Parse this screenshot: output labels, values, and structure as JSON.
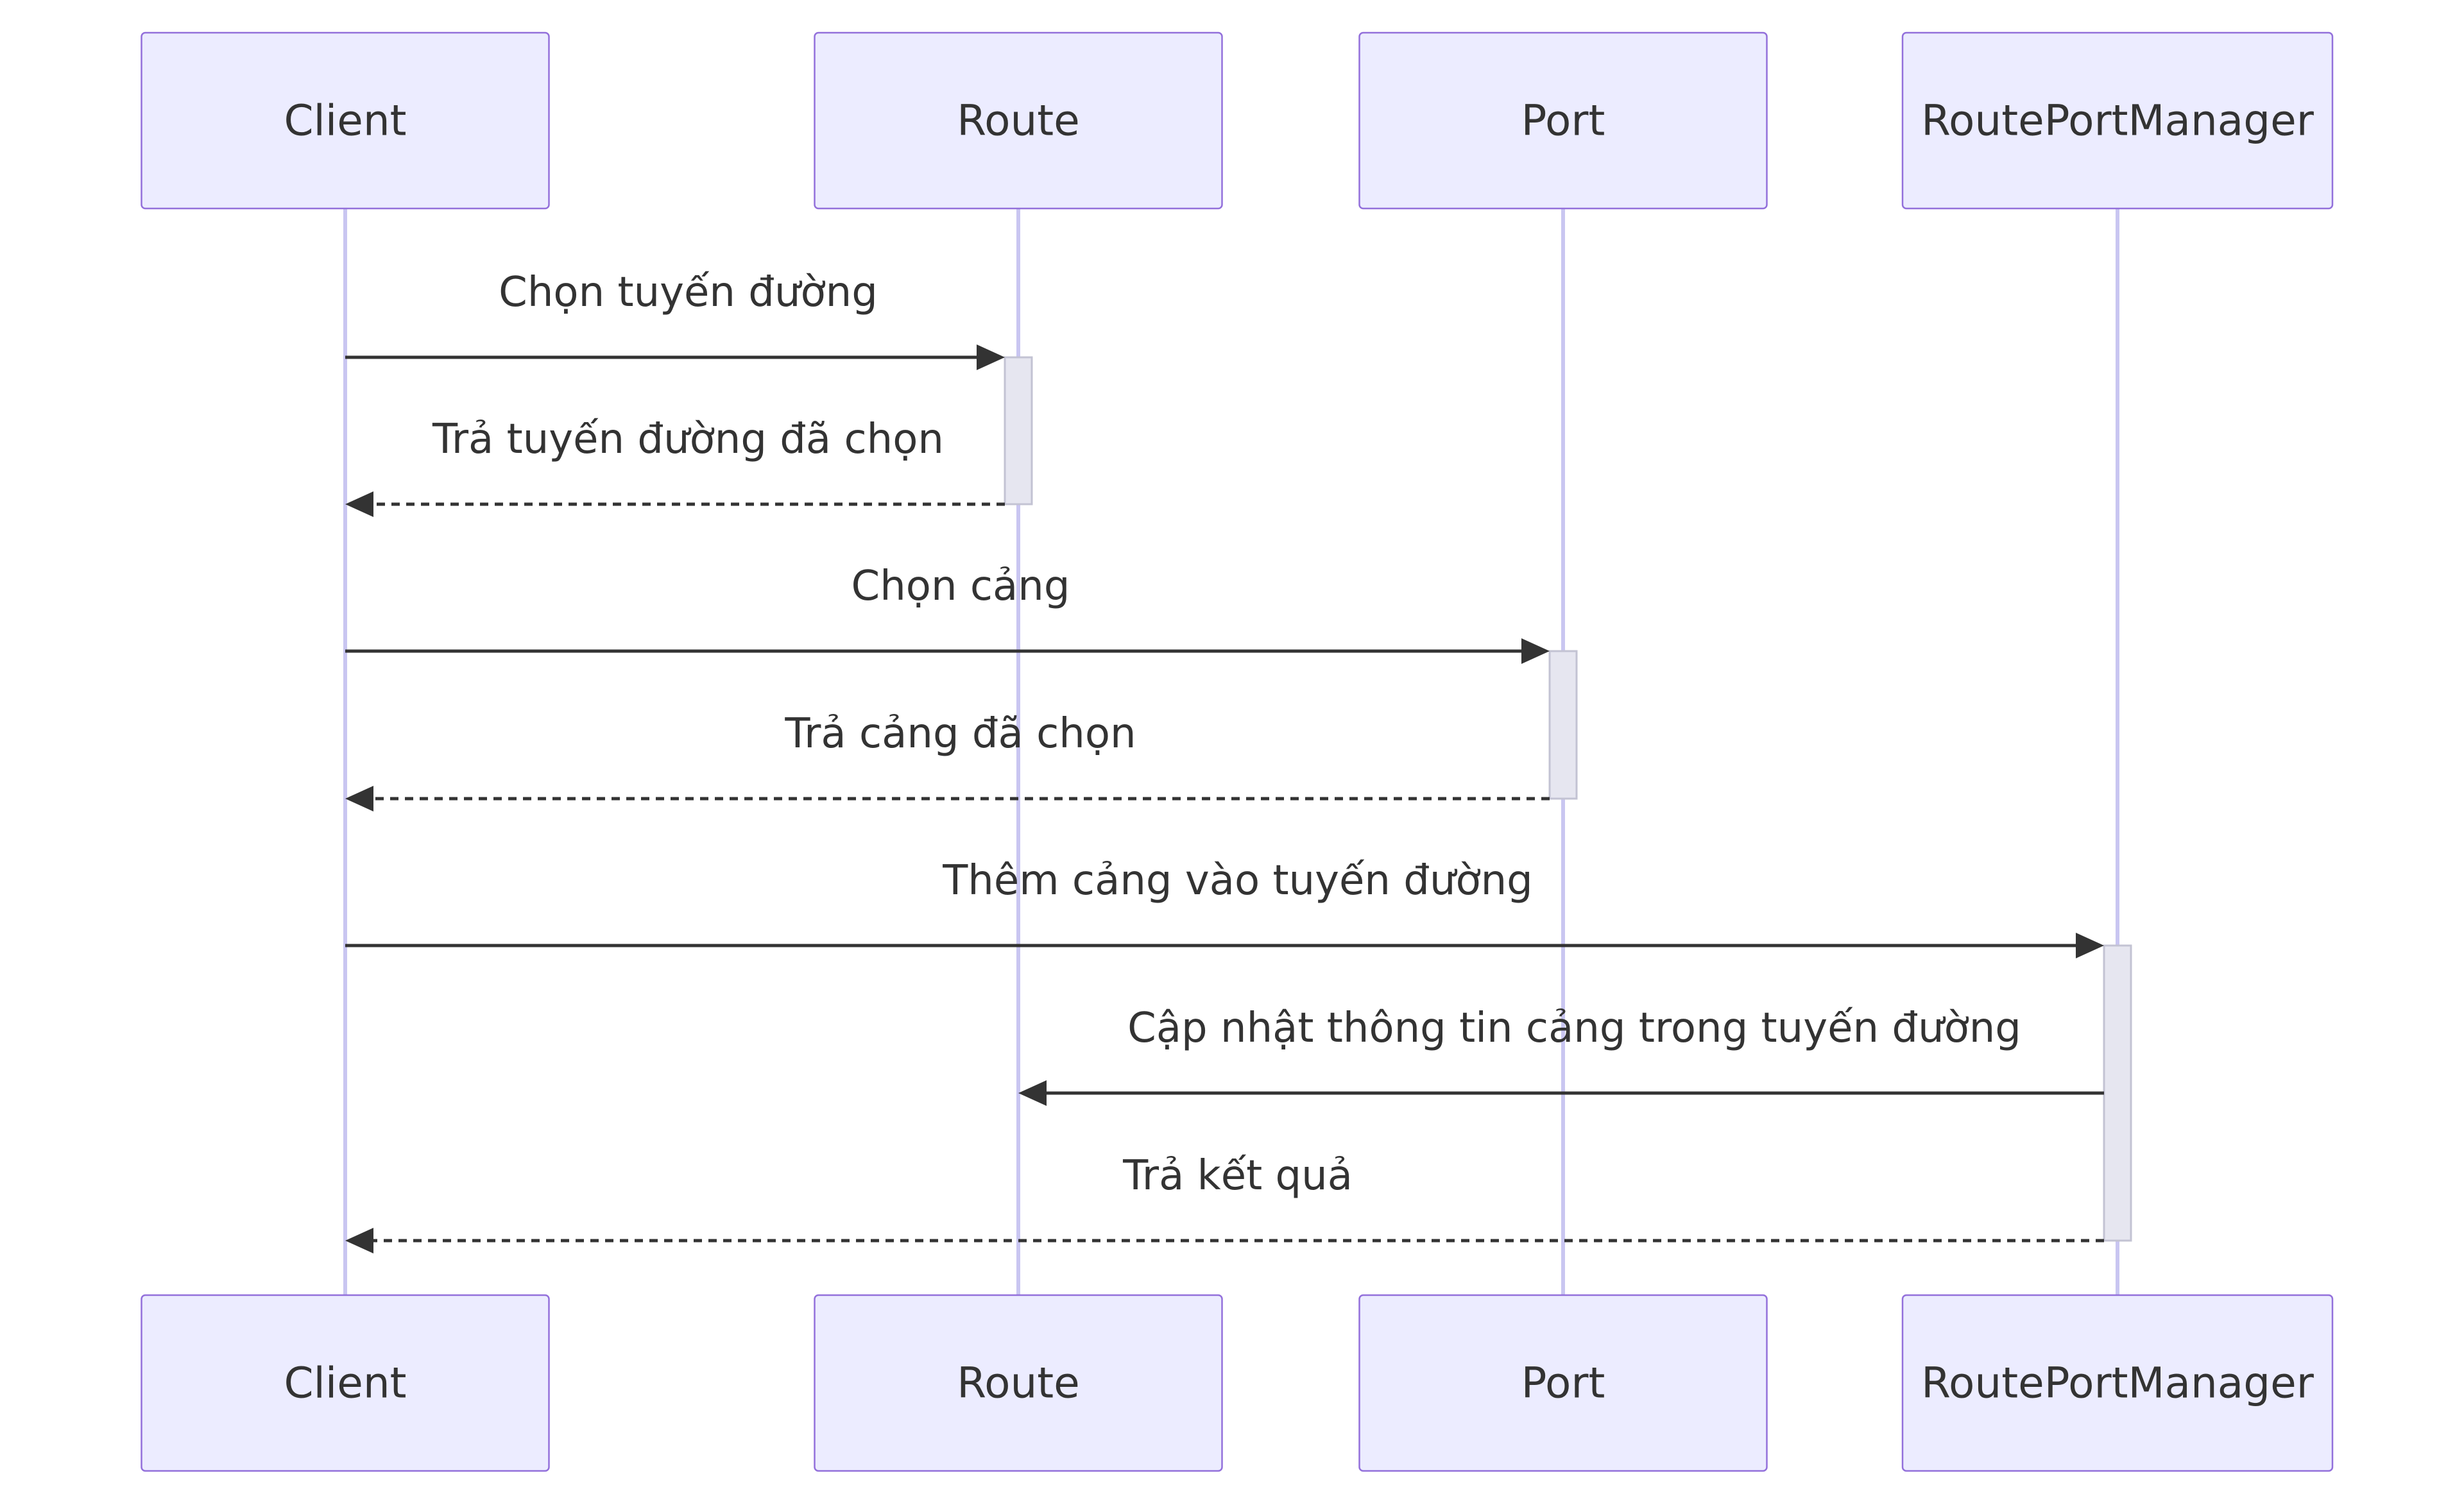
{
  "participants": [
    {
      "id": "client",
      "label": "Client"
    },
    {
      "id": "route",
      "label": "Route"
    },
    {
      "id": "port",
      "label": "Port"
    },
    {
      "id": "manager",
      "label": "RoutePortManager"
    }
  ],
  "messages": [
    {
      "from": "client",
      "to": "route",
      "label": "Chọn tuyến đường",
      "style": "solid"
    },
    {
      "from": "route",
      "to": "client",
      "label": "Trả tuyến đường đã chọn",
      "style": "dashed"
    },
    {
      "from": "client",
      "to": "port",
      "label": "Chọn cảng",
      "style": "solid"
    },
    {
      "from": "port",
      "to": "client",
      "label": "Trả cảng đã chọn",
      "style": "dashed"
    },
    {
      "from": "client",
      "to": "manager",
      "label": "Thêm cảng vào tuyến đường",
      "style": "solid"
    },
    {
      "from": "manager",
      "to": "route",
      "label": "Cập nhật thông tin cảng trong tuyến đường",
      "style": "solid"
    },
    {
      "from": "manager",
      "to": "client",
      "label": "Trả kết quả",
      "style": "dashed"
    }
  ],
  "colors": {
    "actor_fill": "#ECECFF",
    "actor_stroke": "#9370DB",
    "lifeline": "#C9C6F1",
    "activation_fill": "#E6E6F0",
    "line": "#333333",
    "text": "#333333"
  }
}
